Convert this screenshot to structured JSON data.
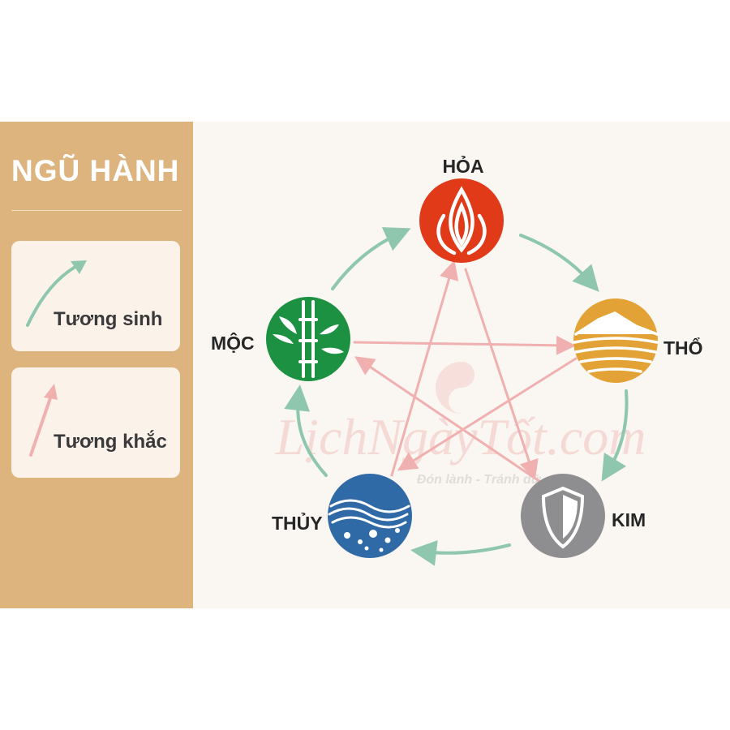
{
  "sidebar": {
    "title": "NGŨ HÀNH",
    "legend": [
      {
        "label": "Tương sinh",
        "color": "#8ec7ad",
        "meaning": "generating"
      },
      {
        "label": "Tương khắc",
        "color": "#f0b0b0",
        "meaning": "overcoming"
      }
    ]
  },
  "elements": [
    {
      "id": "hoa",
      "label": "HỎA",
      "color": "#e03a19",
      "icon": "fire-icon"
    },
    {
      "id": "tho",
      "label": "THỔ",
      "color": "#e3a235",
      "icon": "mountain-icon"
    },
    {
      "id": "kim",
      "label": "KIM",
      "color": "#8e8e90",
      "icon": "shield-icon"
    },
    {
      "id": "thuy",
      "label": "THỦY",
      "color": "#2f6aa6",
      "icon": "water-wave-icon"
    },
    {
      "id": "moc",
      "label": "MỘC",
      "color": "#1d9142",
      "icon": "bamboo-icon"
    }
  ],
  "watermark": {
    "brand": "LịchNgàyTốt.com",
    "slogan": "Đón lành - Tránh dữ"
  },
  "colors": {
    "sidebar_bg": "#ddb37e",
    "canvas_bg": "#faf6f1",
    "generating_arrow": "#8ec7ad",
    "overcoming_arrow": "#f0b0b0"
  }
}
